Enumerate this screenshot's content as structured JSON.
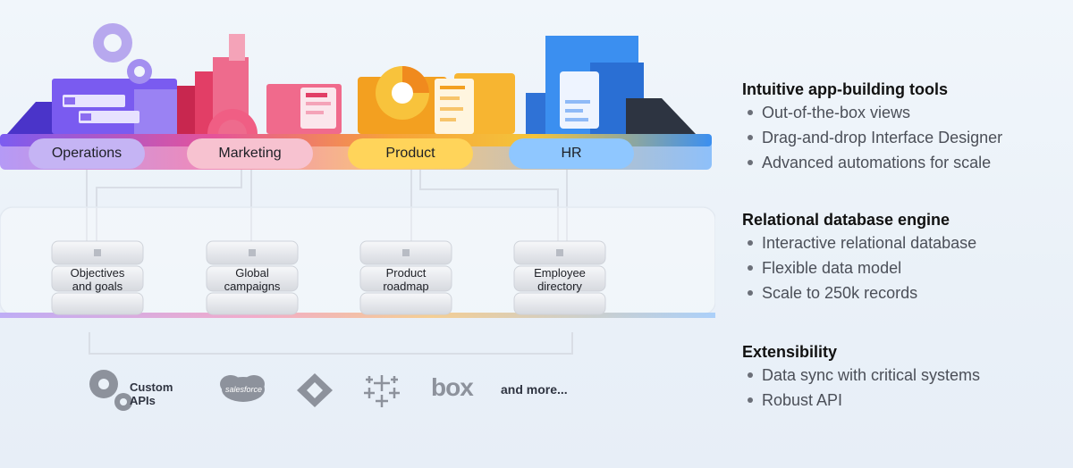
{
  "departments": [
    {
      "label": "Operations"
    },
    {
      "label": "Marketing"
    },
    {
      "label": "Product"
    },
    {
      "label": "HR"
    }
  ],
  "databases": [
    {
      "line1": "Objectives",
      "line2": "and goals"
    },
    {
      "line1": "Global",
      "line2": "campaigns"
    },
    {
      "line1": "Product",
      "line2": "roadmap"
    },
    {
      "line1": "Employee",
      "line2": "directory"
    }
  ],
  "integrations": {
    "custom_apis_line1": "Custom",
    "custom_apis_line2": "APIs",
    "salesforce": "salesforce",
    "box": "box",
    "more": "and more...",
    "icons": [
      "gears-icon",
      "salesforce-logo",
      "jira-logo",
      "tableau-logo",
      "box-logo"
    ]
  },
  "features": [
    {
      "title": "Intuitive app-building tools",
      "bullets": [
        "Out-of-the-box views",
        "Drag-and-drop Interface Designer",
        "Advanced automations for scale"
      ]
    },
    {
      "title": "Relational database engine",
      "bullets": [
        "Interactive relational database",
        "Flexible data model",
        "Scale to 250k records"
      ]
    },
    {
      "title": "Extensibility",
      "bullets": [
        "Data sync with critical systems",
        "Robust API"
      ]
    }
  ],
  "colors": {
    "operations": "#8b6cf0",
    "marketing": "#ec4c78",
    "product": "#f6b52a",
    "hr": "#2f86e6"
  }
}
